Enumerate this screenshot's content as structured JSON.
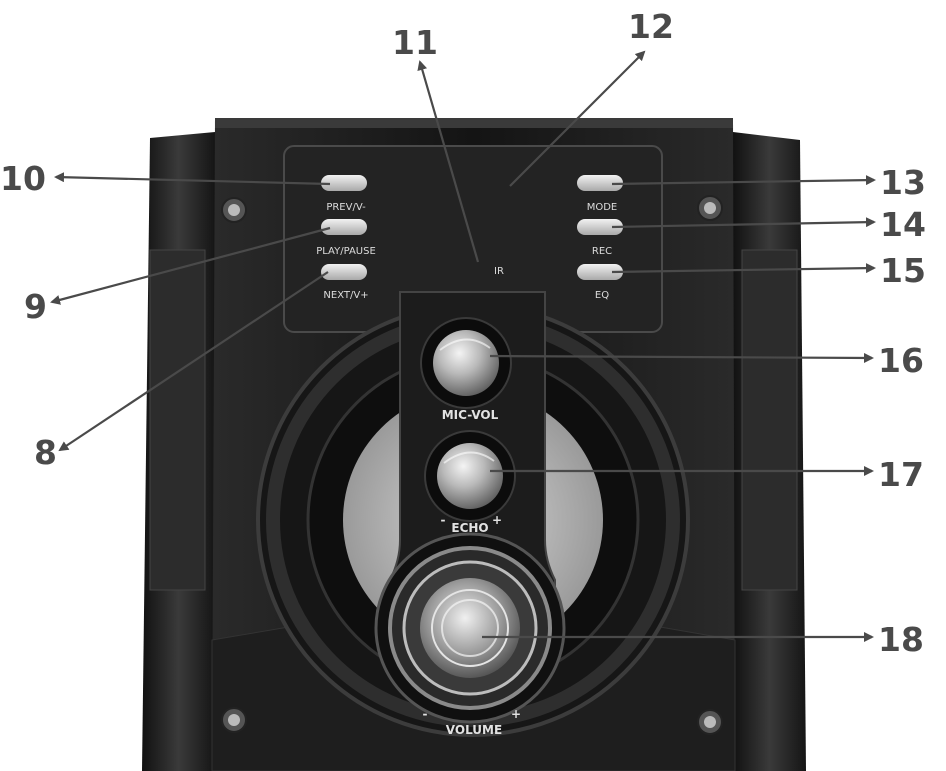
{
  "panel": {
    "labels": {
      "prev": "PREV/V-",
      "play_pause": "PLAY/PAUSE",
      "next": "NEXT/V+",
      "ir": "IR",
      "mode": "MODE",
      "rec": "REC",
      "eq": "EQ"
    }
  },
  "knobs": {
    "mic_vol": "MIC-VOL",
    "echo": "ECHO",
    "volume": "VOLUME",
    "minus": "-",
    "plus": "+"
  },
  "callouts": {
    "c8": "8",
    "c9": "9",
    "c10": "10",
    "c11": "11",
    "c12": "12",
    "c13": "13",
    "c14": "14",
    "c15": "15",
    "c16": "16",
    "c17": "17",
    "c18": "18"
  },
  "colors": {
    "body": "#1a1a1a",
    "panel": "#232323",
    "callout": "#4a4a4a",
    "button": "#d8d8d8"
  }
}
